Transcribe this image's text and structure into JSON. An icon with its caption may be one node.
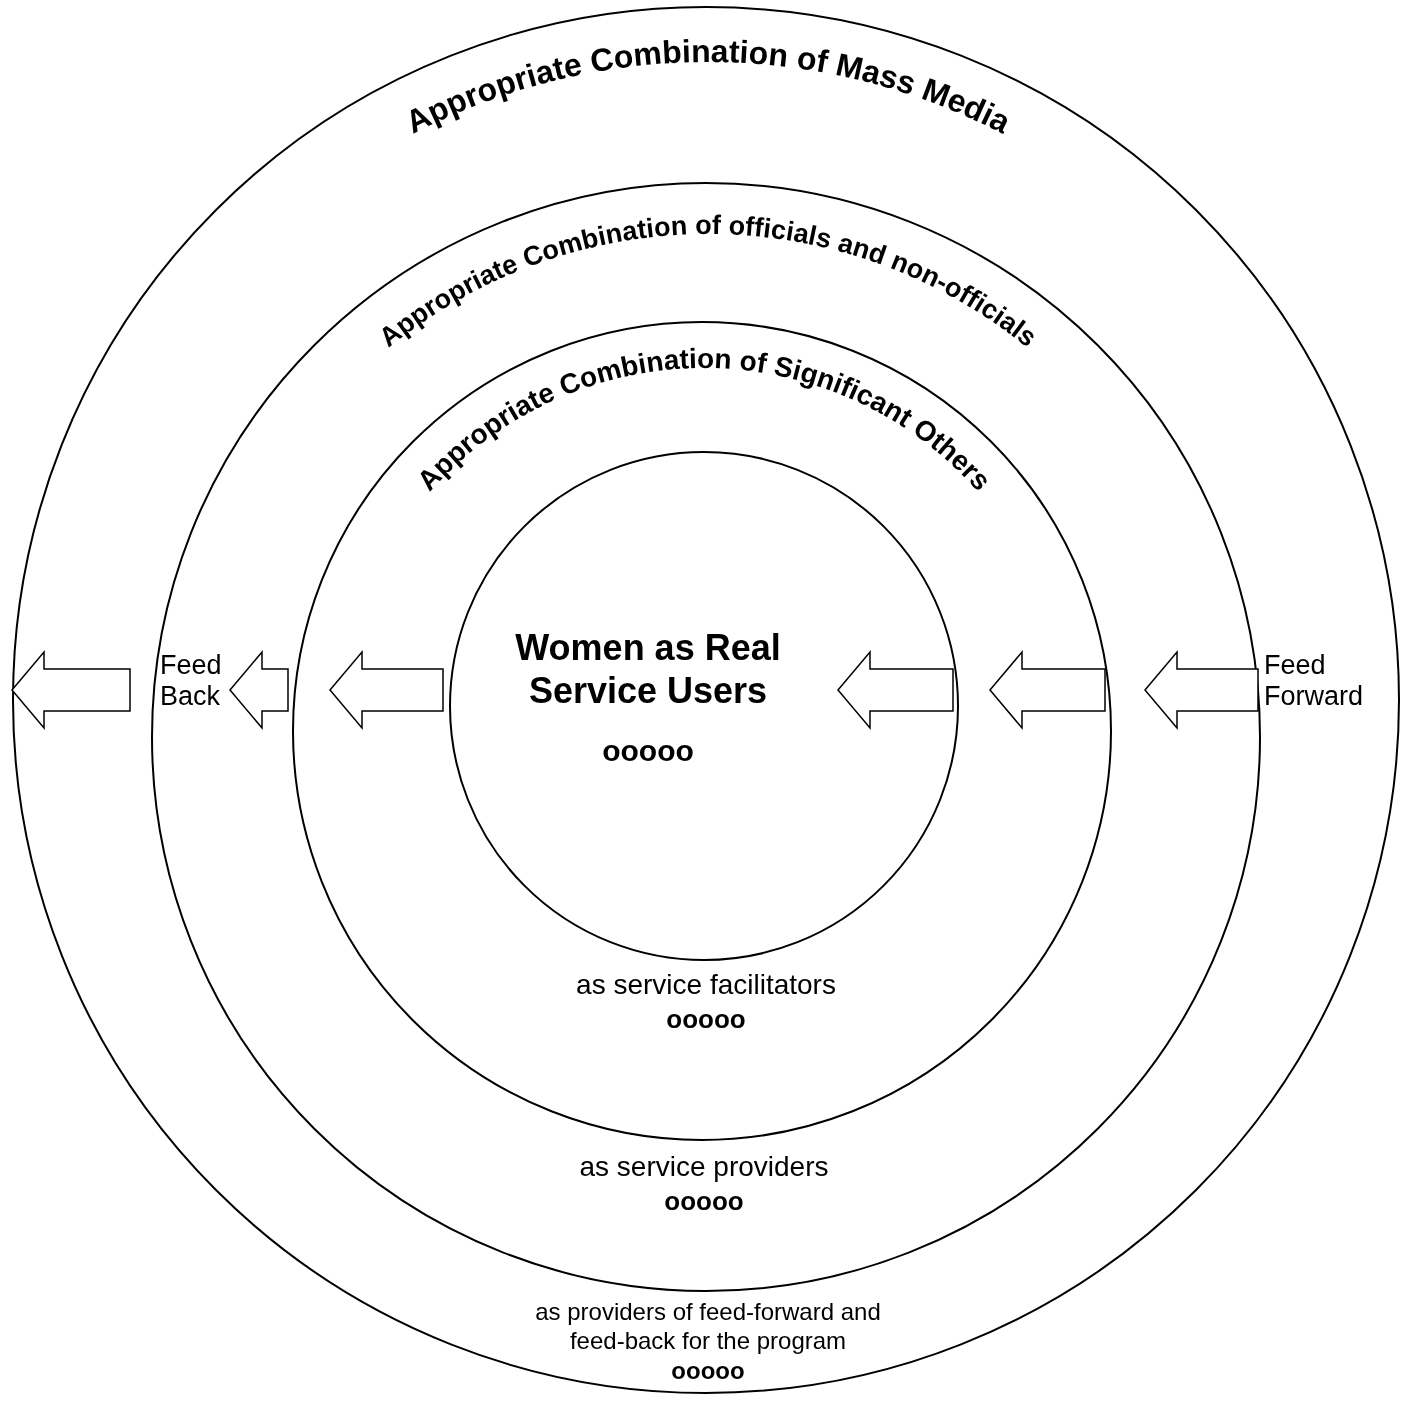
{
  "diagram": {
    "nodes": [
      {
        "text": [
          "Appropriate Combination of Mass Media",
          "as providers of feed-forward and feed-back for the program",
          "ooooo"
        ]
      },
      {
        "text": [
          "Appropriate Combination of officials and non-officials",
          "as service providers",
          "ooooo"
        ],
        "in": 0
      },
      {
        "text": [
          "Appropriate Combination of Significant Others",
          "as service facilitators",
          "ooooo"
        ],
        "in": 1
      },
      {
        "text": [
          "Women as Real Service Users",
          "ooooo"
        ],
        "in": 2
      }
    ],
    "labels": [
      "Feed Back",
      "Feed Forward"
    ]
  }
}
